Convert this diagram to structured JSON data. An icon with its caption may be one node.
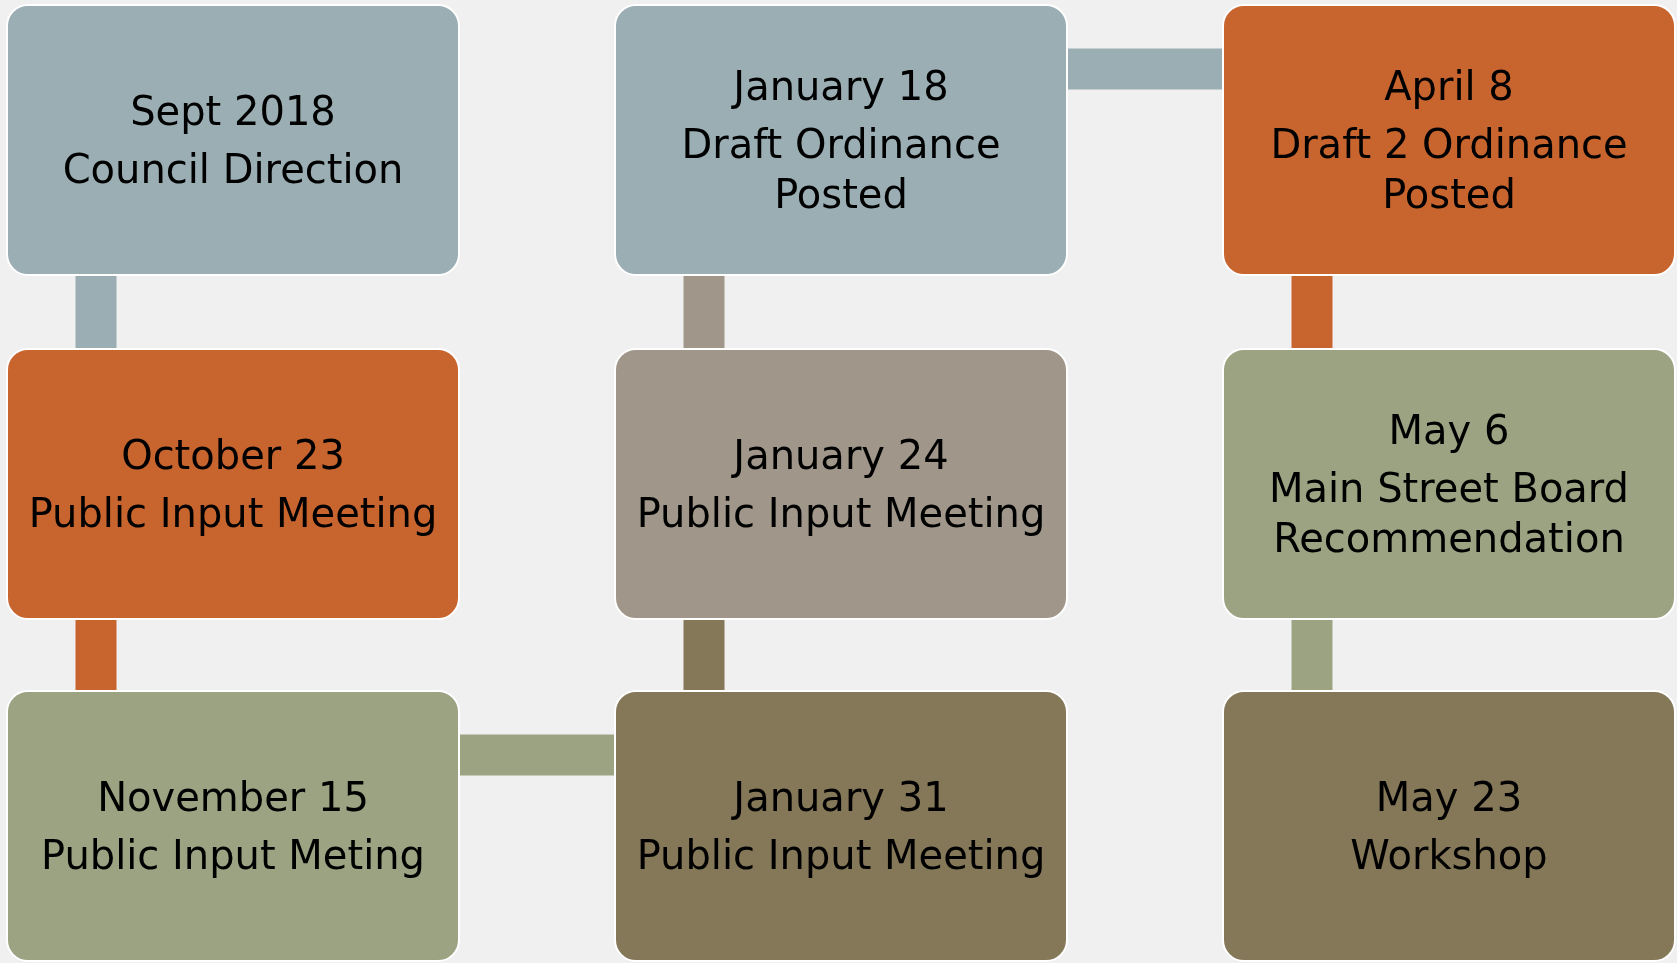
{
  "diagram": {
    "nodes": [
      {
        "text": [
          "Sept 2018",
          "Council Direction"
        ]
      },
      {
        "text": [
          "October 23",
          "Public Input Meeting"
        ]
      },
      {
        "text": [
          "November 15",
          "Public Input Meting"
        ]
      },
      {
        "text": [
          "January 31",
          "Public Input Meeting"
        ]
      },
      {
        "text": [
          "January 24",
          "Public Input Meeting"
        ]
      },
      {
        "text": [
          "January 18",
          "Draft Ordinance Posted"
        ]
      },
      {
        "text": [
          "April 8",
          "Draft 2 Ordinance Posted"
        ]
      },
      {
        "text": [
          "May 6",
          "Main Street Board Recommendation"
        ]
      },
      {
        "text": [
          "May 23",
          "Workshop"
        ]
      }
    ],
    "edges": [
      {
        "from": 0,
        "to": 1,
        "arrow": "none",
        "color": "#9aaeb4"
      },
      {
        "from": 1,
        "to": 2,
        "arrow": "none",
        "color": "#c8652f"
      },
      {
        "from": 2,
        "to": 3,
        "arrow": "none",
        "color": "#9ba382"
      },
      {
        "from": 3,
        "to": 4,
        "arrow": "none",
        "color": "#857859"
      },
      {
        "from": 4,
        "to": 5,
        "arrow": "none",
        "color": "#a0978a"
      },
      {
        "from": 5,
        "to": 6,
        "arrow": "none",
        "color": "#9aaeb4"
      },
      {
        "from": 6,
        "to": 7,
        "arrow": "none",
        "color": "#c8652f"
      },
      {
        "from": 7,
        "to": 8,
        "arrow": "none",
        "color": "#9ba382"
      }
    ]
  }
}
